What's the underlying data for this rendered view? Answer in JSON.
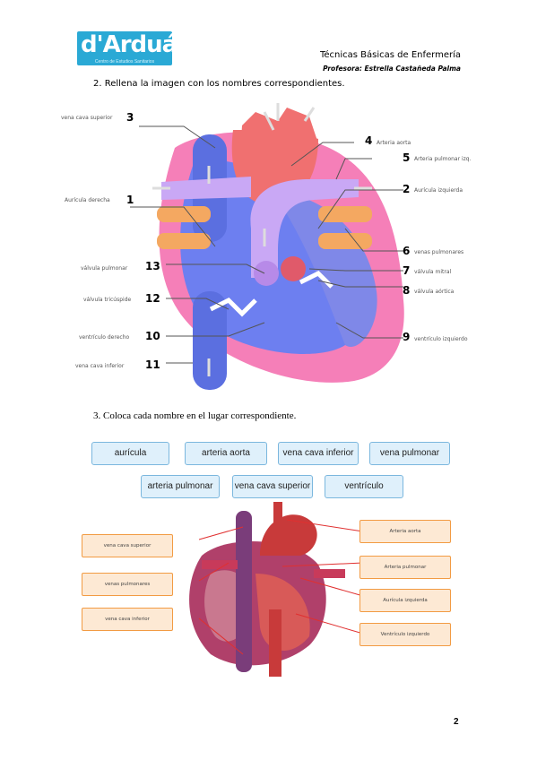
{
  "header": {
    "logo_text": "d'Arduán",
    "logo_subtitle": "Centro de Estudios Sanitarios",
    "course": "Técnicas Básicas de Enfermería",
    "teacher": "Profesora: Estrella Castañeda Palma"
  },
  "question2": {
    "title": "2.   Rellena la imagen con los nombres correspondientes.",
    "labels": [
      {
        "n": "3",
        "text": "vena cava superior"
      },
      {
        "n": "4",
        "text": "Arteria aorta"
      },
      {
        "n": "5",
        "text": "Arteria pulmonar izq."
      },
      {
        "n": "2",
        "text": "Aurícula izquierda"
      },
      {
        "n": "1",
        "text": "Aurícula derecha"
      },
      {
        "n": "6",
        "text": "venas pulmonares"
      },
      {
        "n": "13",
        "text": "válvula pulmonar"
      },
      {
        "n": "7",
        "text": "válvula mitral"
      },
      {
        "n": "8",
        "text": "válvula aórtica"
      },
      {
        "n": "12",
        "text": "válvula tricúspide"
      },
      {
        "n": "10",
        "text": "ventrículo derecho"
      },
      {
        "n": "9",
        "text": "ventrículo izquierdo"
      },
      {
        "n": "11",
        "text": "vena cava inferior"
      }
    ]
  },
  "question3": {
    "title": "3.   Coloca cada nombre en el lugar correspondiente.",
    "options": [
      "aurícula",
      "arteria aorta",
      "vena cava inferior",
      "vena pulmonar",
      "arteria pulmonar",
      "vena cava superior",
      "ventrículo"
    ],
    "answers_left": [
      "vena cava superior",
      "venas pulmonares",
      "vena cava inferior"
    ],
    "answers_right": [
      "Arteria aorta",
      "Arteria pulmonar",
      "Aurícula izquierda",
      "Ventrículo izquierdo"
    ]
  },
  "page_number": "2",
  "colors": {
    "vein_blue": "#5b6fe0",
    "artery_red": "#f07070",
    "pink": "#f06fb0",
    "lavender": "#c9a8f5",
    "orange": "#f4a861"
  }
}
